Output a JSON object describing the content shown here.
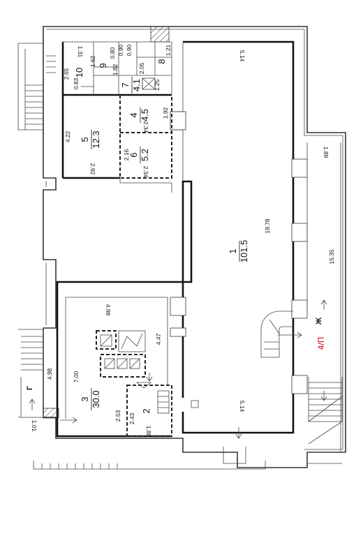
{
  "rooms": [
    {
      "id": "1",
      "area": "101.5"
    },
    {
      "id": "2",
      "area": ""
    },
    {
      "id": "3",
      "area": "30.0"
    },
    {
      "id": "4",
      "area": "4.5"
    },
    {
      "id": "5",
      "area": "12.3"
    },
    {
      "id": "6",
      "area": "5.2"
    },
    {
      "id": "7",
      "area": "4.1"
    },
    {
      "id": "8",
      "area": ""
    },
    {
      "id": "9",
      "area": ""
    },
    {
      "id": "10",
      "area": ""
    }
  ],
  "dims": {
    "d514_top": "5.14",
    "d514_bottom": "5.14",
    "d1978": "19.78",
    "d1535": "15.35",
    "d189": "1.89",
    "d498_r3": "4.98",
    "d447": "4.47",
    "d700": "7.00",
    "d498_g": "4.98",
    "d101": "1.01",
    "d253": "2.53",
    "d243": "2.43",
    "d188": "1.88",
    "d422": "4.22",
    "d292": "2.92",
    "d192": "1.92",
    "d234_a": "2.34",
    "d234_b": "2.34",
    "d216": "2.16",
    "d265": "2.65",
    "d131": "1.31",
    "d162": "1.62",
    "d083": "0.83",
    "d090_a": "0.90",
    "d090_b": "0.90",
    "d080": "0.80",
    "d121": "1.21",
    "d205": "2.05",
    "d182": "1.82",
    "d125": "1.25"
  },
  "labels": {
    "zh": "Ж",
    "g": "Г",
    "section": "4/П"
  },
  "colors": {
    "section_label": "#d0021b"
  }
}
